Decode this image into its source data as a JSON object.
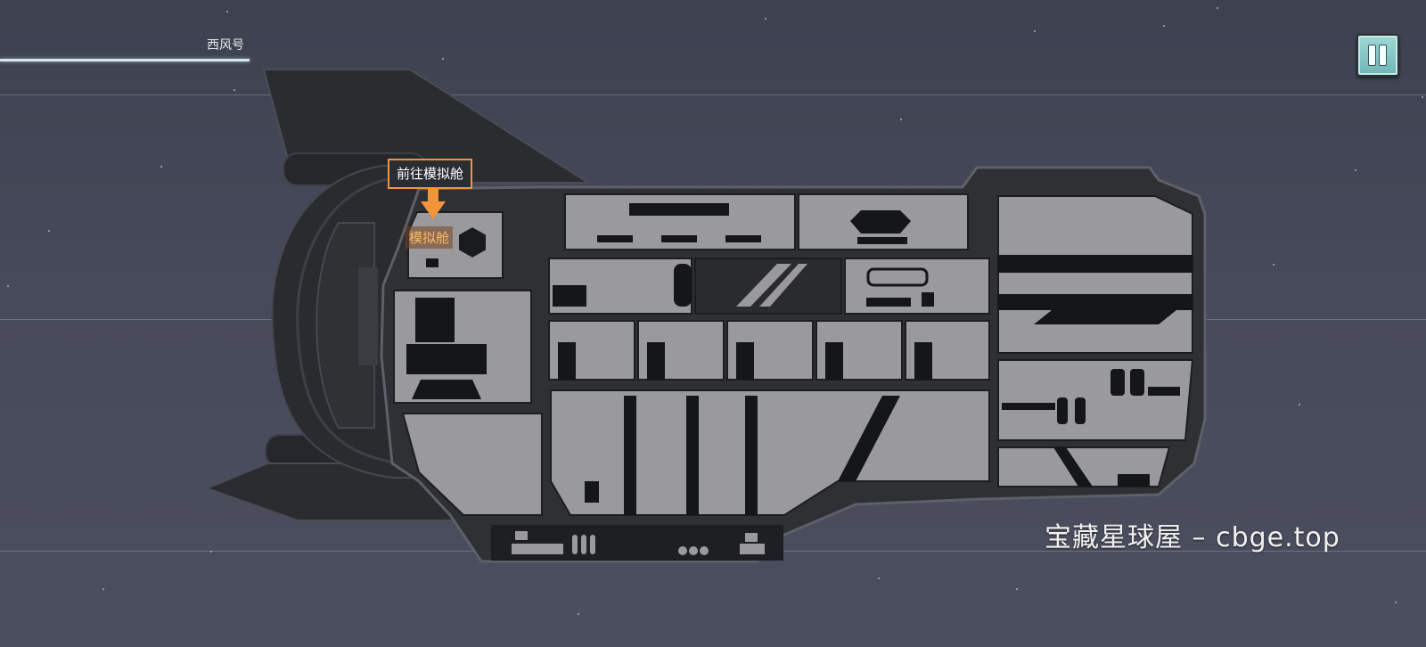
{
  "header": {
    "ship_name": "西风号"
  },
  "controls": {
    "pause_icon": "pause-icon"
  },
  "navigation": {
    "callout_label": "前往模拟舱",
    "target_room_label": "模拟舱",
    "arrow_icon": "down-arrow-icon"
  },
  "watermark": "宝藏星球屋 – cbge.top",
  "colors": {
    "accent": "#f0953a",
    "room_fill": "#9a9a9c",
    "hull": "#2f3033",
    "background": "#444757",
    "pause_button": "#8fcfcd"
  }
}
